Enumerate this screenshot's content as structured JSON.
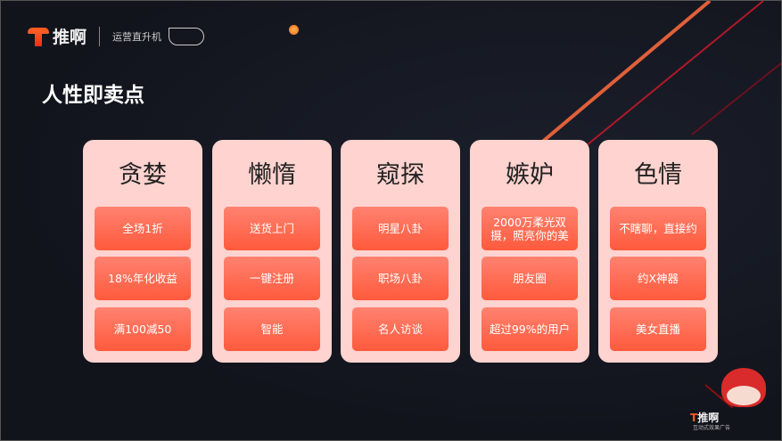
{
  "header": {
    "brand": "推啊",
    "subtitle": "运营直升机"
  },
  "page_title": "人性即卖点",
  "cards": [
    {
      "title": "贪婪",
      "items": [
        "全场1折",
        "18%年化收益",
        "满100减50"
      ]
    },
    {
      "title": "懒惰",
      "items": [
        "送货上门",
        "一键注册",
        "智能"
      ]
    },
    {
      "title": "窥探",
      "items": [
        "明星八卦",
        "职场八卦",
        "名人访谈"
      ]
    },
    {
      "title": "嫉妒",
      "items": [
        "2000万柔光双摄，照亮你的美",
        "朋友圈",
        "超过99%的用户"
      ]
    },
    {
      "title": "色情",
      "items": [
        "不瞎聊，直接约",
        "约X神器",
        "美女直播"
      ]
    }
  ],
  "footer": {
    "brand": "推啊",
    "tagline": "互动式效果广告"
  }
}
